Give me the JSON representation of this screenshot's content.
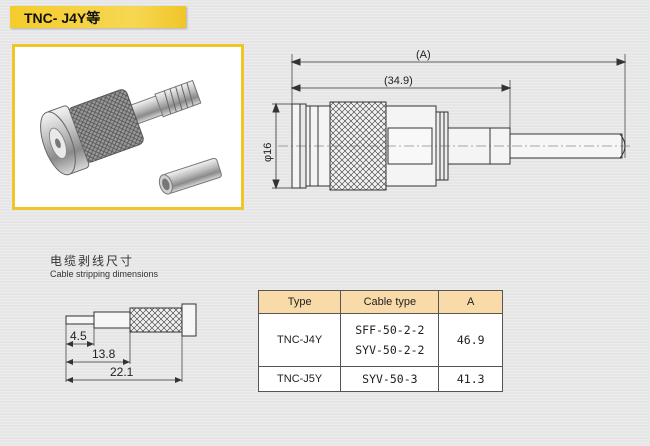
{
  "title": "TNC- J4Y等",
  "drawing": {
    "dim_overall": "(A)",
    "dim_body": "(34.9)",
    "dim_diameter": "φ16"
  },
  "stripping": {
    "title_cn": "电缆剥线尺寸",
    "title_en": "Cable stripping dimensions",
    "dims": [
      "4.5",
      "13.8",
      "22.1"
    ]
  },
  "table": {
    "headers": [
      "Type",
      "Cable type",
      "A"
    ],
    "rows": [
      {
        "type": "TNC-J4Y",
        "cable": [
          "SFF-50-2-2",
          "SYV-50-2-2"
        ],
        "a": "46.9"
      },
      {
        "type": "TNC-J5Y",
        "cable": [
          "SYV-50-3"
        ],
        "a": "41.3"
      }
    ]
  }
}
